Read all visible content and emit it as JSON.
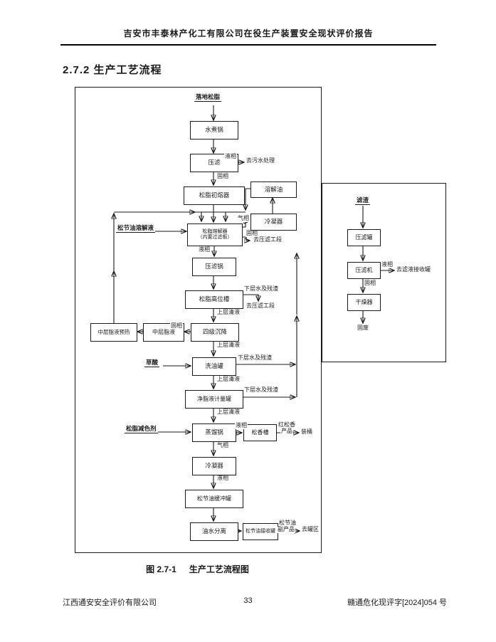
{
  "header": {
    "title": "吉安市丰泰林产化工有限公司在役生产装置安全现状评价报告"
  },
  "section": {
    "heading": "2.7.2 生产工艺流程"
  },
  "flowchart": {
    "main": {
      "source": "落地松脂",
      "boxes": {
        "boiling_pot": "水煮锅",
        "filter_press": "压滤",
        "initial_melter": "松脂初熔器",
        "dissolved_oil": "溶解油",
        "condenser1": "冷凝器",
        "melter_line1": "松脂熔解器",
        "melter_line2": "（内置过滤板）",
        "press_pot": "压滤锅",
        "high_level_tank": "松脂高位槽",
        "settling": "四级沉降",
        "mid_layer": "中层脂液",
        "mid_layer_preheat": "中层脂液预热",
        "oil_wash_tank": "洗油罐",
        "metering_tank": "净脂液计量罐",
        "distillation_pot": "蒸馏锅",
        "rosin_tank": "松香槽",
        "condenser2": "冷凝器",
        "buffer_tank": "松节油缓冲罐",
        "oil_water_sep": "油水分离",
        "receiving_tank": "松节油接收罐"
      },
      "labels": {
        "liquid_phase": "液相",
        "solid_phase": "固相",
        "gas_phase": "气相",
        "upper_clear": "上层清液",
        "lower_residue": "下层水及残渣",
        "to_sewage": "去污水处理",
        "to_press_section": "去压滤工段",
        "turpentine_solution": "松节油溶解液",
        "oxalic_acid": "草酸",
        "decolorant": "松脂减色剂",
        "red_rosin_l1": "红松香",
        "red_rosin_l2": "产品",
        "packing": "装桶",
        "byproduct_l1": "松节油",
        "byproduct_l2": "副产品",
        "to_tank_area": "去罐区"
      }
    },
    "side": {
      "source": "滤渣",
      "boxes": {
        "press_tank": "压滤罐",
        "press_machine": "压滤机",
        "dryer": "干燥器"
      },
      "labels": {
        "liquid_phase": "液相",
        "solid_phase": "固相",
        "to_filtrate_tank": "去滤液接收罐",
        "solid_waste": "固废"
      }
    },
    "caption": {
      "prefix": "图 2.7-1",
      "title": "生产工艺流程图"
    }
  },
  "footer": {
    "company": "江西通安安全评价有限公司",
    "page_number": "33",
    "doc_number": "赣通危化现评字[2024]054 号"
  }
}
